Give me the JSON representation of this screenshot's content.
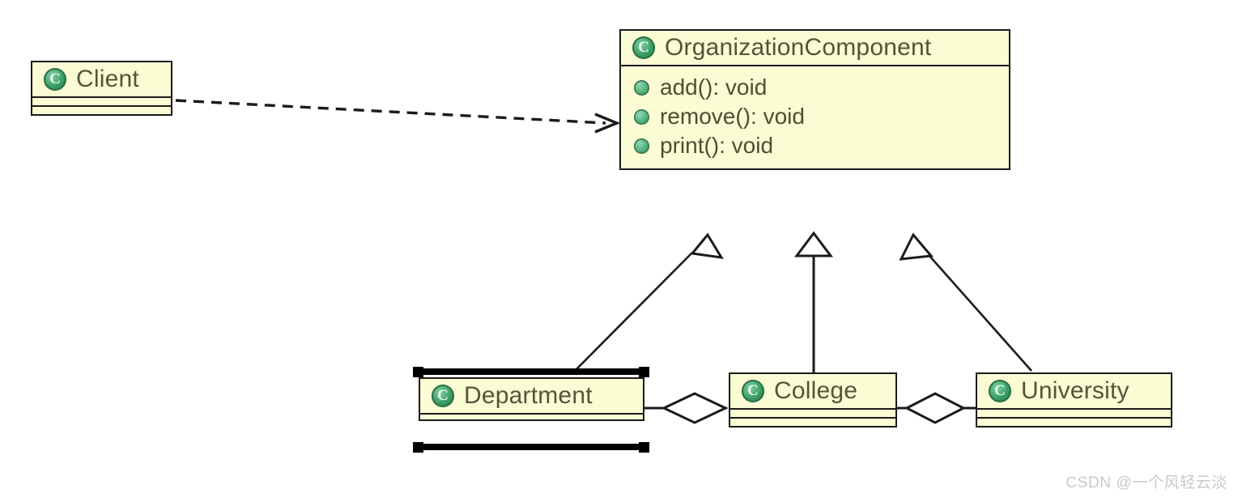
{
  "diagram": {
    "kind": "uml-class-diagram",
    "background_color": "#ffffff",
    "class_fill_color": "#fbfbd4",
    "class_border_color": "#1b1b1b",
    "text_color": "#54543a",
    "icon_color": "#3a9e63",
    "selection_color": "#000000"
  },
  "classes": [
    {
      "id": "client",
      "name": "Client",
      "icon": "class-icon-c",
      "selected": false,
      "attributes": [],
      "operations": []
    },
    {
      "id": "organization_component",
      "name": "OrganizationComponent",
      "icon": "class-icon-c",
      "selected": false,
      "attributes": [],
      "operations": [
        {
          "visibility": "public",
          "icon": "public-member-icon",
          "text": "add(): void"
        },
        {
          "visibility": "public",
          "icon": "public-member-icon",
          "text": "remove(): void"
        },
        {
          "visibility": "public",
          "icon": "public-member-icon",
          "text": "print(): void"
        }
      ]
    },
    {
      "id": "department",
      "name": "Department",
      "icon": "class-icon-c",
      "selected": true,
      "attributes": [],
      "operations": []
    },
    {
      "id": "college",
      "name": "College",
      "icon": "class-icon-c",
      "selected": false,
      "attributes": [],
      "operations": []
    },
    {
      "id": "university",
      "name": "University",
      "icon": "class-icon-c",
      "selected": false,
      "attributes": [],
      "operations": []
    }
  ],
  "relationships": [
    {
      "id": "rel-dependency",
      "type": "dependency",
      "style": "dashed",
      "arrowhead": "open-arrow",
      "from": "client",
      "to": "organization_component"
    },
    {
      "id": "rel-gen-department",
      "type": "generalization",
      "style": "solid",
      "arrowhead": "hollow-triangle",
      "from": "department",
      "to": "organization_component"
    },
    {
      "id": "rel-gen-college",
      "type": "generalization",
      "style": "solid",
      "arrowhead": "hollow-triangle",
      "from": "college",
      "to": "organization_component"
    },
    {
      "id": "rel-gen-university",
      "type": "generalization",
      "style": "solid",
      "arrowhead": "hollow-triangle",
      "from": "university",
      "to": "organization_component"
    },
    {
      "id": "rel-agg-college-department",
      "type": "aggregation",
      "style": "solid",
      "arrowhead": "hollow-diamond",
      "from": "college",
      "to": "department"
    },
    {
      "id": "rel-agg-university-college",
      "type": "aggregation",
      "style": "solid",
      "arrowhead": "hollow-diamond",
      "from": "university",
      "to": "college"
    }
  ],
  "watermark": {
    "text": "CSDN @一个风轻云淡"
  }
}
